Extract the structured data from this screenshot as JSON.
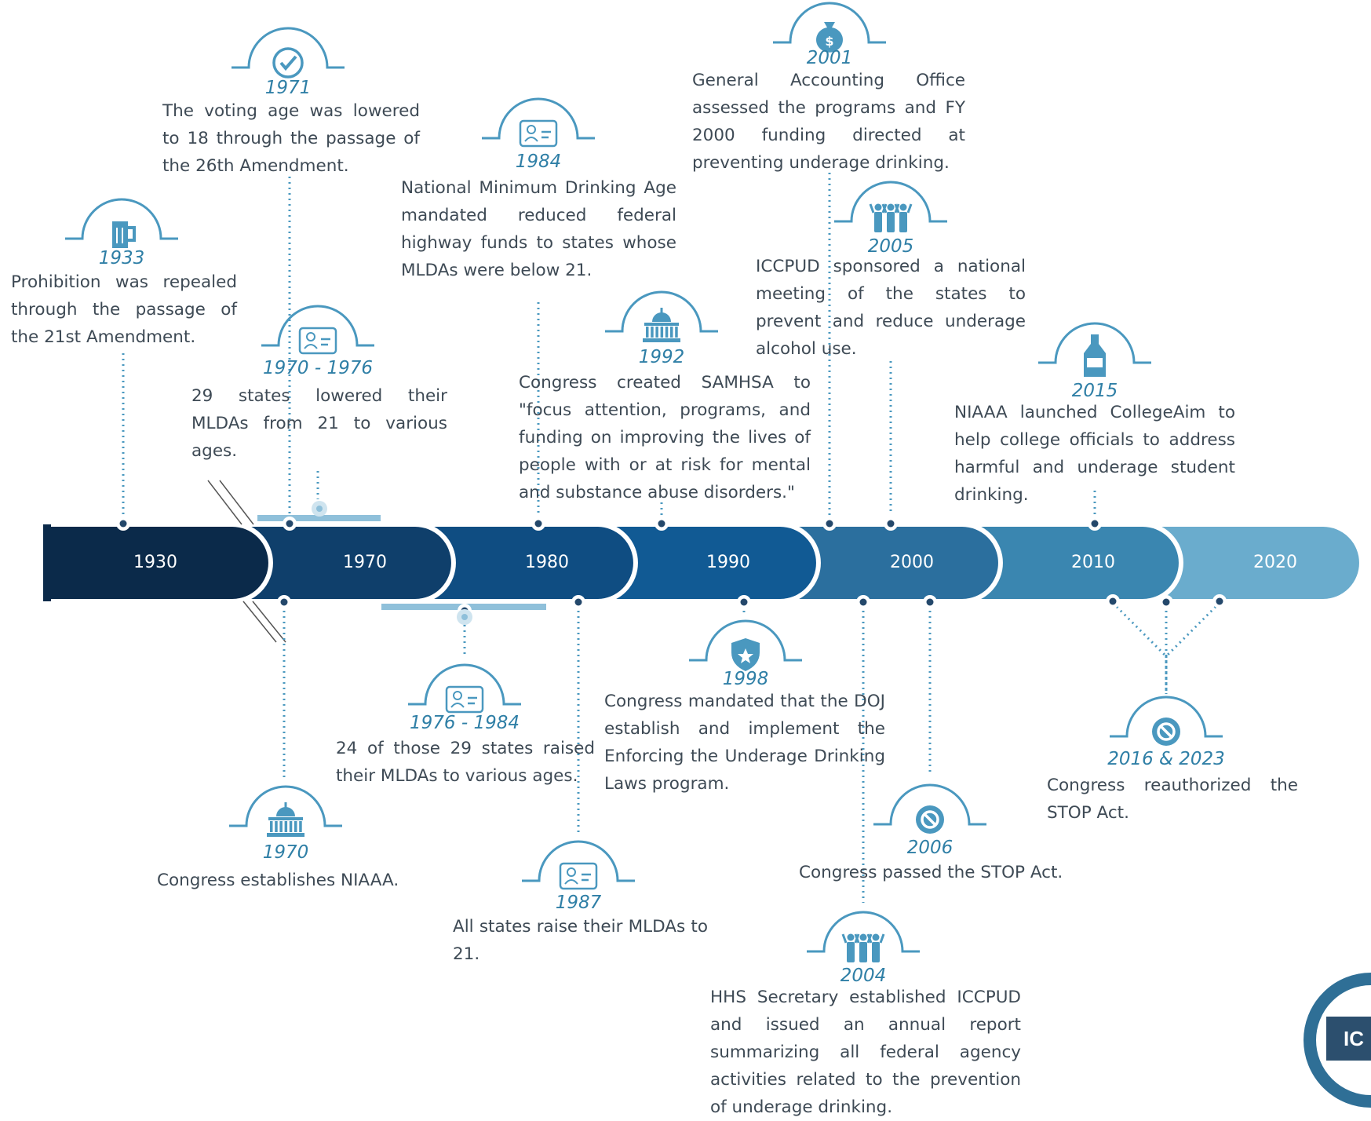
{
  "eras": [
    "1930",
    "1970",
    "1980",
    "1990",
    "2000",
    "2010",
    "2020"
  ],
  "colors": {
    "era_fills": [
      "#0b2a4a",
      "#0f3f6b",
      "#0f4d82",
      "#115a94",
      "#2b6f9e",
      "#3a86b0",
      "#6aaccd"
    ],
    "accent": "#4a98bf",
    "text": "#3e4a55",
    "year": "#2f7fa6"
  },
  "events": [
    {
      "id": "1933",
      "year": "1933",
      "icon": "beer-mug-icon",
      "text": "Prohibition was repealed through the passage of the 21st Amendment."
    },
    {
      "id": "1971",
      "year": "1971",
      "icon": "check-circle-icon",
      "text": "The voting age was lowered to 18 through the passage of the 26th Amendment."
    },
    {
      "id": "1970-1976",
      "year": "1970 - 1976",
      "icon": "id-card-icon",
      "text": "29 states lowered their MLDAs from 21 to various ages."
    },
    {
      "id": "1984",
      "year": "1984",
      "icon": "id-card-icon",
      "text": "National Minimum Drinking Age mandated reduced federal highway funds to states whose MLDAs were below 21."
    },
    {
      "id": "1992",
      "year": "1992",
      "icon": "capitol-icon",
      "text": "Congress created SAMHSA to \"focus attention, programs, and funding on improving the lives of people with or at risk for mental and substance abuse disorders.\""
    },
    {
      "id": "2001",
      "year": "2001",
      "icon": "money-bag-icon",
      "text": "General Accounting Office assessed the programs and FY 2000 funding directed at preventing underage drinking."
    },
    {
      "id": "2005",
      "year": "2005",
      "icon": "people-group-icon",
      "text": "ICCPUD sponsored a national meeting of the states to prevent and reduce underage alcohol use."
    },
    {
      "id": "2015",
      "year": "2015",
      "icon": "bottle-icon",
      "text": "NIAAA launched CollegeAim to help college officials to address harmful and underage student drinking."
    },
    {
      "id": "1970",
      "year": "1970",
      "icon": "capitol-icon",
      "text": "Congress establishes NIAAA."
    },
    {
      "id": "1976-1984",
      "year": "1976 - 1984",
      "icon": "id-card-icon",
      "text": "24 of those 29 states raised their MLDAs to various ages."
    },
    {
      "id": "1987",
      "year": "1987",
      "icon": "id-card-icon",
      "text": "All states raise their MLDAs to 21."
    },
    {
      "id": "1998",
      "year": "1998",
      "icon": "police-badge-icon",
      "text": "Congress mandated that the DOJ establish and implement the Enforcing the Underage Drinking Laws program."
    },
    {
      "id": "2006",
      "year": "2006",
      "icon": "prohibited-icon",
      "text": "Congress passed the STOP Act."
    },
    {
      "id": "2004",
      "year": "2004",
      "icon": "people-group-icon",
      "text": "HHS Secretary established ICCPUD and issued an annual report summarizing all federal agency activities related to the prevention of underage drinking."
    },
    {
      "id": "2016-2023",
      "year": "2016 & 2023",
      "icon": "prohibited-icon",
      "text": "Congress reauthorized the STOP Act."
    }
  ],
  "logo": {
    "text": "IC"
  }
}
